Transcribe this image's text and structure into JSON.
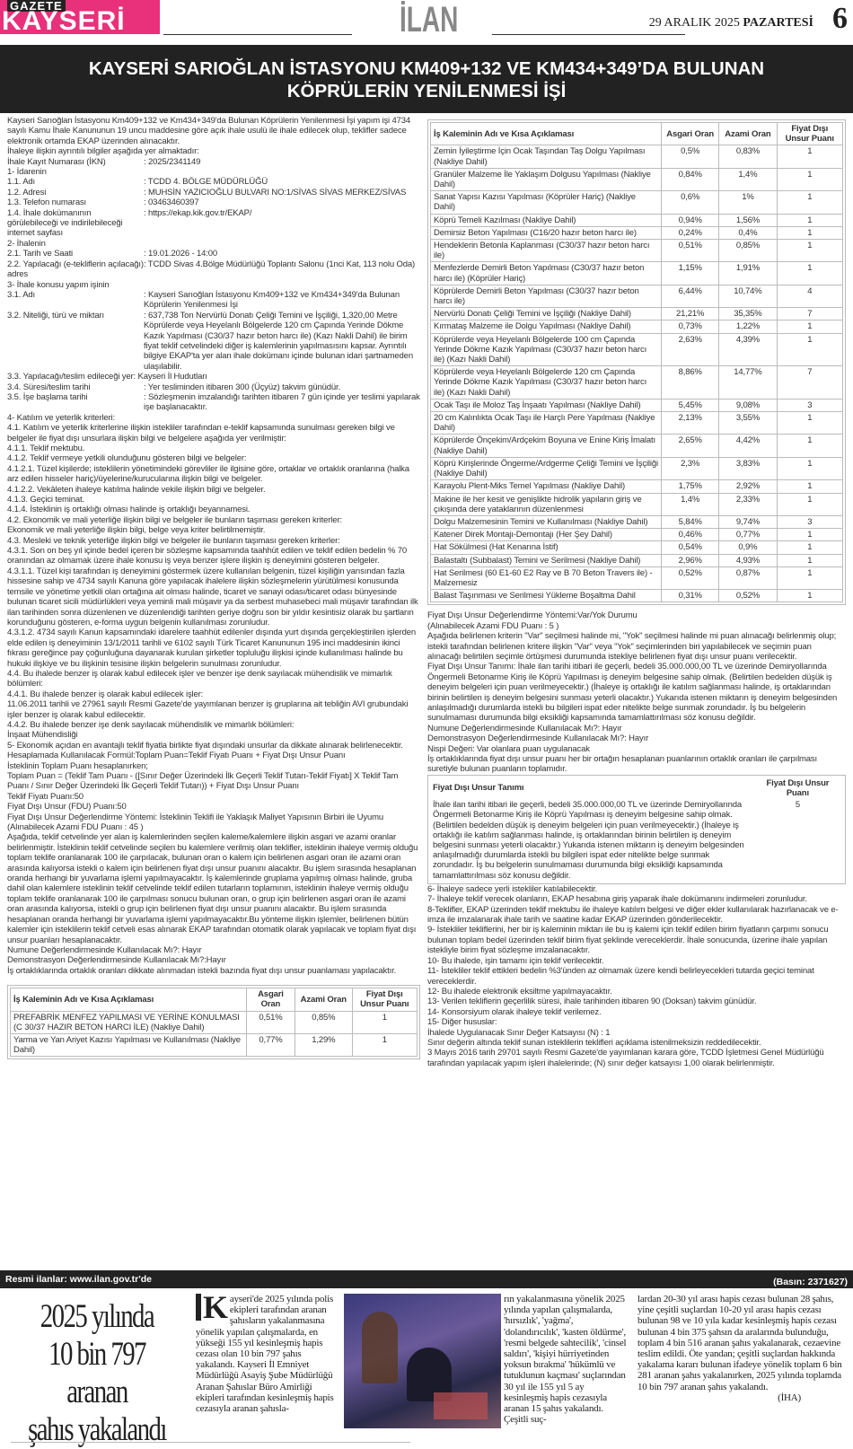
{
  "masthead": {
    "logo_small": "GAZETE",
    "logo_big": "KAYSERİ",
    "section": "İLAN",
    "date": "29 ARALIK 2025",
    "weekday": "PAZARTESİ",
    "page": "6"
  },
  "banner": {
    "line1": "KAYSERİ SARIOĞLAN İSTASYONU KM409+132 VE KM434+349’DA BULUNAN",
    "line2": "KÖPRÜLERİN YENİLENMESİ İŞİ"
  },
  "left": {
    "intro": [
      "Kayseri Sarıoğlan İstasyonu Km409+132 ve Km434+349'da Bulunan Köprülerin Yenilenmesi İşi yapım işi 4734 sayılı Kamu İhale Kanununun 19 uncu maddesine göre açık ihale usulü ile ihale edilecek olup, teklifler sadece elektronik ortamda EKAP üzerinden alınacaktır.",
      "  İhaleye ilişkin ayrıntılı bilgiler aşağıda yer almaktadır:"
    ],
    "fields": [
      {
        "k": "İhale Kayıt Numarası (İKN)",
        "v": ": 2025/2341149"
      },
      {
        "k": "1- İdarenin",
        "v": ""
      },
      {
        "k": "1.1. Adı",
        "v": ": TCDD 4. BÖLGE MÜDÜRLÜĞÜ"
      },
      {
        "k": "1.2. Adresi",
        "v": ": MUHSİN YAZICIOĞLU BULVARI NO:1/SİVAS SİVAS MERKEZ/SİVAS"
      },
      {
        "k": "1.3. Telefon numarası",
        "v": ": 03463460397"
      },
      {
        "k": "1.4. İhale dokümanının görülebileceği ve indirilebileceği internet sayfası",
        "v": ": https://ekap.kik.gov.tr/EKAP/"
      },
      {
        "k": "2- İhalenin",
        "v": ""
      },
      {
        "k": "2.1. Tarih ve Saati",
        "v": ": 19.01.2026 - 14:00"
      },
      {
        "k": "2.2. Yapılacağı (e-tekliflerin açılacağı) adres",
        "v": ": TCDD Sivas 4.Bölge Müdürlüğü Toplantı Salonu (1nci Kat, 113 nolu Oda)"
      },
      {
        "k": "3- İhale konusu yapım işinin",
        "v": ""
      },
      {
        "k": "3.1. Adı",
        "v": ": Kayseri Sarıoğlan İstasyonu Km409+132 ve Km434+349'da Bulunan Köprülerin Yenilenmesi İşi"
      },
      {
        "k": "3.2. Niteliği, türü ve miktarı",
        "v": ": 637,738 Ton Nervürlü Donatı Çeliği Temini ve İşçiliği, 1,320,00 Metre Köprülerde veya Heyelanlı Bölgelerde 120 cm Çapında Yerinde Dökme Kazık Yapılması (C30/37 hazır beton harcı ile) (Kazı Nakli Dahil) ile birim fiyat teklif cetvelindeki diğer iş kalemlerinin yapılmasısını kapsar. Ayrıntılı bilgiye EKAP'ta yer alan ihale dokümanı içinde bulunan idari şartnameden ulaşılabilir."
      }
    ],
    "place": "3.3. Yapılacağı/teslim edileceği yer: Kayseri İl Hudutları",
    "fields2": [
      {
        "k": "3.4. Süresi/teslim tarihi",
        "v": ": Yer tesliminden itibaren 300 (Üçyüz) takvim günüdür."
      },
      {
        "k": "3.5. İşe başlama tarihi",
        "v": ": Sözleşmenin imzalandığı tarihten itibaren 7 gün içinde yer teslimi yapılarak işe başlanacaktır."
      }
    ],
    "paragraphs": [
      "4- Katılım ve yeterlik kriterleri:",
      "4.1. Katılım ve yeterlik kriterlerine ilişkin istekliler tarafından e-teklif kapsamında sunulması gereken bilgi ve belgeler ile fiyat dışı unsurlara ilişkin bilgi ve belgelere aşağıda yer verilmiştir:",
      "4.1.1. Teklif mektubu.",
      "4.1.2. Teklif vermeye yetkili olunduğunu gösteren bilgi ve belgeler:",
      "4.1.2.1. Tüzel kişilerde; isteklilerin yönetimindeki görevliler ile ilgisine göre, ortaklar ve ortaklık oranlarına (halka arz edilen hisseler hariç)/üyelerine/kurucularına ilişkin bilgi ve belgeler.",
      "4.1.2.2. Vekâleten ihaleye katılma halinde vekile ilişkin bilgi ve belgeler.",
      "4.1.3. Geçici teminat.",
      "4.1.4. İsteklinin iş ortaklığı olması halinde iş ortaklığı beyannamesi.",
      "4.2. Ekonomik ve mali yeterliğe ilişkin bilgi ve belgeler ile bunların taşıması gereken kriterler:",
      "Ekonomik ve mali yeterliğe ilişkin bilgi, belge veya kriter belirtilmemiştir.",
      "4.3. Mesleki ve teknik yeterliğe ilişkin bilgi ve belgeler ile bunların taşıması gereken kriterler:",
      "4.3.1. Son on beş yıl içinde bedel içeren bir sözleşme kapsamında taahhüt edilen ve teklif edilen bedelin % 70 oranından az olmamak üzere ihale konusu iş veya benzer işlere ilişkin iş deneyimini gösteren belgeler.",
      "4.3.1.1. Tüzel kişi tarafından iş deneyimini göstermek üzere kullanılan belgenin, tüzel kişiliğin yarısından fazla hissesine sahip ve 4734 sayılı Kanuna göre yapılacak ihalelere ilişkin sözleşmelerin yürütülmesi konusunda temsile ve yönetime yetkili olan ortağına ait olması halinde, ticaret ve sanayi odası/ticaret odası bünyesinde bulunan ticaret sicili müdürlükleri veya yeminli mali müşavir ya da serbest muhasebeci mali müşavir tarafından ilk ilan tarihinden sonra düzenlenen ve düzenlendiği tarihten geriye doğru son bir yıldır kesintisiz olarak bu şartların korunduğunu gösteren, e-forma uygun belgenin kullanılması zorunludur.",
      "4.3.1.2. 4734 sayılı Kanun kapsamındaki idarelere taahhüt edilenler dışında yurt dışında gerçekleştirilen işlerden elde edilen iş deneyiminin 13/1/2011 tarihli ve 6102 sayılı Türk Ticaret Kanununun 195 inci maddesinin ikinci fıkrası gereğince pay çoğunluğuna dayanarak kurulan şirketler topluluğu ilişkisi içinde kullanılması halinde bu hukuki ilişkiye ve bu ilişkinin tesisine ilişkin belgelerin sunulması zorunludur.",
      "4.4. Bu ihalede benzer iş olarak kabul edilecek işler ve benzer işe denk sayılacak mühendislik ve mimarlık bölümleri:",
      "4.4.1. Bu ihalede benzer iş olarak kabul edilecek işler:",
      "11.06.2011 tarihli ve 27961 sayılı Resmi Gazete'de yayımlanan benzer iş gruplarına ait tebliğin AVI grubundaki işler benzer iş olarak kabul edilecektir.",
      "4.4.2. Bu ihalede benzer işe denk sayılacak mühendislik ve mimarlık bölümleri:",
      "İnşaat Mühendisliği",
      "5- Ekonomik açıdan en avantajlı teklif fiyatla birlikte fiyat dışındaki unsurlar da dikkate alınarak belirlenecektir.",
      "Hesaplamada Kullanılacak Formül:Toplam Puan=Teklif Fiyatı Puanı + Fiyat Dışı Unsur Puanı",
      "İsteklinin Toplam Puanı hesaplanırken;",
      "Toplam Puan = (Teklif Tam Puanı - ([Sınır Değer Üzerindeki İlk Geçerli Teklif Tutarı-Teklif Fiyatı] X Teklif Tam Puanı / Sınır Değer Üzerindeki İlk Geçerli Teklif Tutarı)) + Fiyat Dışı Unsur Puanı",
      "Teklif Fiyatı Puanı:50",
      "Fiyat Dışı Unsur (FDU) Puanı:50",
      "Fiyat Dışı Unsur Değerlendirme Yöntemi: İsteklinin Teklifi ile Yaklaşık Maliyet Yapısının Birbiri ile Uyumu",
      "(Alınabilecek Azami FDU Puanı : 45 )",
      "Aşağıda, teklif cetvelinde yer alan iş kalemlerinden seçilen kaleme/kalemlere ilişkin asgari ve azami oranlar belirlenmiştir. İsteklinin teklif cetvelinde seçilen bu kalemlere verilmiş olan teklifler, isteklinin ihaleye vermiş olduğu toplam teklife oranlanarak 100 ile çarpılacak, bulunan oran o kalem için belirlenen asgari oran ile azami oran arasında kalıyorsa istekli o kalem için belirlenen fiyat dışı unsur puanını alacaktır. Bu işlem sırasında hesaplanan oranda herhangi bir yuvarlama işlemi yapılmayacaktır. İş kalemlerinde gruplama yapılmış olması halinde, gruba dahil olan kalemlere isteklinin teklif cetvelinde teklif edilen tutarların toplamının, isteklinin ihaleye vermiş olduğu toplam teklife oranlanarak 100 ile çarpılması sonucu bulunan oran, o grup için belirlenen asgari oran ile azami oran arasında kalıyorsa, istekli o grup için belirlenen fiyat dışı unsur puanını alacaktır. Bu işlem sırasında hesaplanan oranda herhangi bir yuvarlama işlemi yapılmayacaktır.Bu yönteme ilişkin işlemler, belirlenen bütün kalemler için isteklilerin teklif cetveli esas alınarak EKAP tarafından otomatik olarak yapılacak ve toplam fiyat dışı unsur puanları hesaplanacaktır.",
      "Numune Değerlendirmesinde Kullanılacak Mı?: Hayır",
      "Demonstrasyon Değerlendirmesinde Kullanılacak Mı?:Hayır",
      "İş ortaklıklarında ortaklık oranları dikkate alınmadan istekli bazında fiyat dışı unsur puanlaması yapılacaktır."
    ],
    "table": {
      "headers": [
        "İş Kaleminin Adı ve Kısa Açıklaması",
        "Asgari Oran",
        "Azami Oran",
        "Fiyat Dışı Unsur Puanı"
      ],
      "rows": [
        [
          "PREFABRİK MENFEZ YAPILMASI VE YERİNE KONULMASI (C 30/37 HAZIR BETON HARCI İLE) (Nakliye Dahil)",
          "0,51%",
          "0,85%",
          "1"
        ],
        [
          "Yarma ve Yan Ariyet Kazısı Yapılması ve Kullanılması (Nakliye Dahil)",
          "0,77%",
          "1,29%",
          "1"
        ]
      ]
    }
  },
  "right": {
    "table": {
      "headers": [
        "İş Kaleminin Adı ve Kısa Açıklaması",
        "Asgari Oran",
        "Azami Oran",
        "Fiyat Dışı Unsur Puanı"
      ],
      "rows": [
        [
          "Zemin İyileştirme İçin Ocak Taşından Taş Dolgu Yapılması (Nakliye Dahil)",
          "0,5%",
          "0,83%",
          "1"
        ],
        [
          "Granüler Malzeme İle Yaklaşım Dolgusu Yapılması (Nakliye Dahil)",
          "0,84%",
          "1,4%",
          "1"
        ],
        [
          "Sanat Yapısı Kazısı Yapılması (Köprüler Hariç) (Nakliye Dahil)",
          "0,6%",
          "1%",
          "1"
        ],
        [
          "Köprü Temeli Kazılması (Nakliye Dahil)",
          "0,94%",
          "1,56%",
          "1"
        ],
        [
          "Demirsiz Beton Yapılması (C16/20 hazır beton harcı ile)",
          "0,24%",
          "0,4%",
          "1"
        ],
        [
          "Hendeklerin Betonla Kaplanması (C30/37 hazır beton harcı ile)",
          "0,51%",
          "0,85%",
          "1"
        ],
        [
          "Menfezlerde Demirli Beton Yapılması (C30/37 hazır beton harcı ile) (Köprüler Hariç)",
          "1,15%",
          "1,91%",
          "1"
        ],
        [
          "Köprülerde Demirli Beton Yapılması (C30/37 hazır beton harcı ile)",
          "6,44%",
          "10,74%",
          "4"
        ],
        [
          "Nervürlü Donatı Çeliği Temini ve İşçiliği (Nakliye Dahil)",
          "21,21%",
          "35,35%",
          "7"
        ],
        [
          "Kırmataş Malzeme ile Dolgu Yapılması (Nakliye Dahil)",
          "0,73%",
          "1,22%",
          "1"
        ],
        [
          "Köprülerde veya Heyelanlı Bölgelerde 100 cm Çapında Yerinde Dökme Kazık Yapılması (C30/37 hazır beton harcı ile) (Kazı Nakli Dahil)",
          "2,63%",
          "4,39%",
          "1"
        ],
        [
          "Köprülerde veya Heyelanlı Bölgelerde 120 cm Çapında Yerinde Dökme Kazık Yapılması (C30/37 hazır beton harcı ile) (Kazı Nakli Dahil)",
          "8,86%",
          "14,77%",
          "7"
        ],
        [
          "Ocak Taşı ile Moloz Taş İnşaatı Yapılması (Nakliye Dahil)",
          "5,45%",
          "9,08%",
          "3"
        ],
        [
          "20 cm Kalınlıkta Ocak Taşı ile Harçlı Pere Yapılması (Nakliye Dahil)",
          "2,13%",
          "3,55%",
          "1"
        ],
        [
          "Köprülerde Önçekim/Ardçekim Boyuna ve Enine Kiriş İmalatı (Nakliye Dahil)",
          "2,65%",
          "4,42%",
          "1"
        ],
        [
          "Köprü Kirişlerinde Öngerme/Ardgerme Çeliği Temini ve İşçiliği (Nakliye Dahil)",
          "2,3%",
          "3,83%",
          "1"
        ],
        [
          "Karayolu Plent-Miks Temel Yapılması (Nakliye Dahil)",
          "1,75%",
          "2,92%",
          "1"
        ],
        [
          "Makine ile her kesit ve genişlikte hidrolik yapıların giriş ve çıkışında dere yataklarının düzenlenmesi",
          "1,4%",
          "2,33%",
          "1"
        ],
        [
          "Dolgu Malzemesinin Temini ve Kullanılması (Nakliye Dahil)",
          "5,84%",
          "9,74%",
          "3"
        ],
        [
          "Katener Direk Montajı-Demontajı (Her Şey Dahil)",
          "0,46%",
          "0,77%",
          "1"
        ],
        [
          "Hat Sökülmesi (Hat Kenarına İstif)",
          "0,54%",
          "0,9%",
          "1"
        ],
        [
          "Balastaltı (Subbalast) Temini ve Serilmesi (Nakliye Dahil)",
          "2,96%",
          "4,93%",
          "1"
        ],
        [
          "Hat Serilmesi (60 E1-60 E2 Ray ve B 70 Beton Travers ile) - Malzemesiz",
          "0,52%",
          "0,87%",
          "1"
        ],
        [
          "Balast Taşınması ve Serilmesi Yükleme Boşaltma Dahil",
          "0,31%",
          "0,52%",
          "1"
        ]
      ]
    },
    "paragraphs": [
      "Fiyat Dışı Unsur Değerlendirme Yöntemi:Var/Yok Durumu",
      "(Alınabilecek Azami FDU Puanı : 5 )",
      "Aşağıda belirlenen kriterin \"Var\" seçilmesi halinde mi, \"Yok\" seçilmesi halinde mi puan alınacağı belirlenmiş olup; istekli tarafından belirlenen kritere ilişkin \"Var\" veya \"Yok\" seçimlerinden biri yapılabilecek ve seçimin puan alınacağı belirtilen seçimle örtüşmesi durumunda istekliye belirlenen fiyat dışı unsur puanı verilecektir.",
      "Fiyat Dışı Unsur Tanımı: İhale ilan tarihi itibari ile geçerli, bedeli 35.000.000,00 TL ve üzerinde Demiryollarında Öngermeli Betonarme Kiriş ile Köprü Yapılması iş deneyim belgesine sahip olmak. (Belirtilen bedelden düşük iş deneyim belgeleri için puan verilmeyecektir.) (İhaleye iş ortaklığı ile katılım sağlanması halinde, iş ortaklarından birinin belirtilen iş deneyim belgesini sunması yeterli olacaktır.) Yukarıda istenen miktarın iş deneyim belgesinden anlaşılmadığı durumlarda istekli bu bilgileri ispat eder nitelikte belge sunmak zorundadır. İş bu belgelerin sunulmaması durumunda bilgi eksikliği kapsamında tamamlattırılması söz konusu değildir.",
      "Numune Değerlendirmesinde Kullanılacak Mı?: Hayır",
      "Demonstrasyon Değerlendirmesinde Kullanılacak Mı?: Hayır",
      "Nispi Değeri: Var olanlara puan uygulanacak",
      "İş ortaklıklarında fiyat dışı unsur puanı her bir ortağın hesaplanan puanlarının ortaklık oranları ile çarpılması suretiyle bulunan puanların toplamıdır."
    ],
    "fdu_table": {
      "headers": [
        "Fiyat Dışı Unsur Tanımı",
        "Fiyat Dışı Unsur Puanı"
      ],
      "row": [
        "İhale ilan tarihi itibari ile geçerli, bedeli 35.000.000,00 TL ve üzerinde Demiryollarında Öngermeli Betonarme Kiriş ile Köprü Yapılması iş deneyim belgesine sahip olmak. (Belirtilen bedelden düşük iş deneyim belgeleri için puan verilmeyecektir.) (İhaleye iş ortaklığı ile katılım sağlanması halinde, iş ortaklarından birinin belirtilen iş deneyim belgesini sunması yeterli olacaktır.) Yukarıda istenen miktarın iş deneyim belgesinden anlaşılmadığı durumlarda istekli bu bilgileri ispat eder nitelikte belge sunmak zorundadır. İş bu belgelerin sunulmaması durumunda bilgi eksikliği kapsamında tamamlattırılması söz konusu değildir.",
        "5"
      ]
    },
    "paragraphs2": [
      "6- İhaleye sadece yerli istekliler katılabilecektir.",
      "7- İhaleye teklif verecek olanların, EKAP hesabına giriş yaparak ihale dokümanını indirmeleri zorunludur.",
      "8-Teklifler, EKAP üzerinden teklif mektubu ile ihaleye katılım belgesi ve diğer ekler kullanılarak hazırlanacak ve e-imza ile imzalanarak ihale tarih ve saatine kadar EKAP üzerinden gönderilecektir.",
      "9- İstekliler tekliflerini, her bir iş kaleminin miktarı ile bu iş kalemi için teklif edilen birim fiyatların çarpımı sonucu bulunan toplam bedel üzerinden teklif birim fiyat şeklinde vereceklerdir. İhale sonucunda, üzerine ihale yapılan istekliyle birim fiyat sözleşme imzalanacaktır.",
      "10- Bu ihalede, işin tamamı için teklif verilecektir.",
      "11- İstekliler teklif ettikleri bedelin %3'ünden az olmamak üzere kendi belirleyecekleri tutarda geçici teminat vereceklerdir.",
      "12- Bu ihalede elektronik eksiltme yapılmayacaktır.",
      "13- Verilen tekliflerin geçerlilik süresi, ihale tarihinden itibaren 90 (Doksan) takvim günüdür.",
      "14- Konsorsiyum olarak ihaleye teklif verilemez.",
      "15- Diğer hususlar:",
      "İhalede Uygulanacak Sınır Değer Katsayısı (N) : 1",
      "Sınır değerin altında teklif sunan isteklilerin teklifleri açıklama istenilmeksizin reddedilecektir.",
      "3 Mayıs 2016 tarih 29701 sayılı Resmi Gazete'de yayımlanan karara göre, TCDD İşletmesi Genel Müdürlüğü tarafından yapılacak yapım işleri ihalelerinde; (N) sınır değer katsayısı 1,00 olarak belirlenmiştir."
    ]
  },
  "footer": {
    "left": "Resmi ilanlar: www.ilan.gov.tr'de",
    "right": "(Basın: 2371627)"
  },
  "article": {
    "headline": [
      "2025 yılında",
      "10 bin 797 aranan",
      "şahıs yakalandı"
    ],
    "dropcap": "K",
    "col1": "ayseri'de 2025 yılında polis ekipleri tarafından aranan şahısların yakalanmasına yönelik yapılan çalışmalarda, en yükseği 155 yıl kesinleşmiş hapis cezası olan 10 bin 797 şahıs yakalandı. Kayseri İl Emniyet Müdürlüğü Asayiş Şube Müdürlüğü Aranan Şahıslar Büro Amirliği ekipleri tarafından kesinleşmiş hapis cezasıyla aranan şahısla-",
    "col2": "rın yakalanmasına yönelik 2025 yılında yapılan çalışmalarda, 'hırsızlık', 'yağma', 'dolandırıcılık', 'kasten öldürme', 'resmi belgede sahtecilik', 'cinsel saldırı', 'kişiyi hürriyetinden yoksun bırakma' 'hükümlü ve tutuklunun kaçması' suçlarından 30 yıl ile 155 yıl 5 ay kesinleşmiş hapis cezasıyla aranan 15 şahıs yakalandı. Çeşitli suç-",
    "col3": "lardan 20-30 yıl arası hapis cezası bulunan 28 şahıs, yine çeşitli suçlardan 10-20 yıl arası hapis cezası bulunan 98 ve 10 yıla kadar kesinleşmiş hapis cezası bulunan 4 bin 375 şahsın da aralarında bulunduğu, toplam 4 bin 516 aranan şahıs yakalanarak, cezaevine teslim edildi. Öte yandan; çeşitli suçlardan hakkında yakalama kararı bulunan ifadeye yönelik toplam 6 bin 281 aranan şahıs yakalanırken, 2025 yılında toplamda 10 bin 797 aranan şahıs yakalandı.",
    "source": "(İHA)"
  }
}
